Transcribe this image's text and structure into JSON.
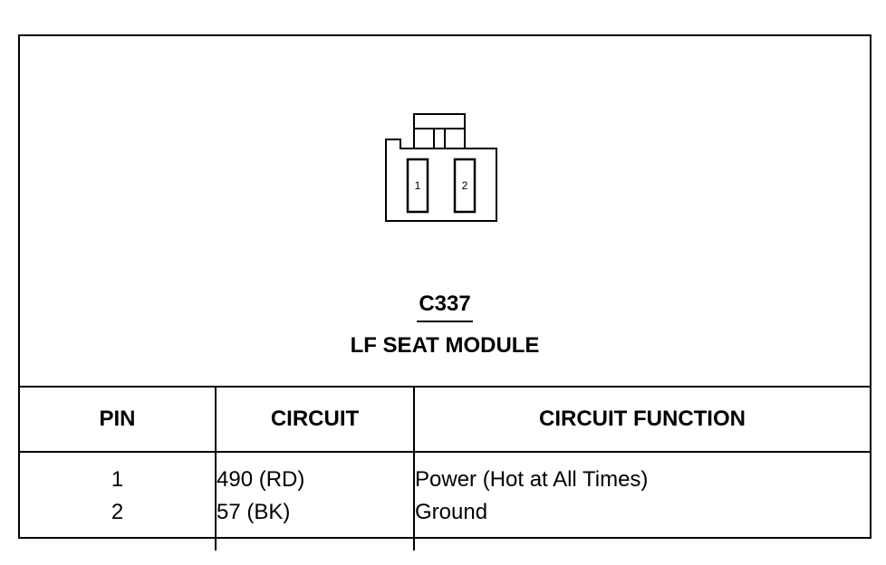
{
  "connector": {
    "id": "C337",
    "name": "LF SEAT MODULE",
    "cavities": [
      "1",
      "2"
    ]
  },
  "table": {
    "headers": {
      "pin": "PIN",
      "circuit": "CIRCUIT",
      "function": "CIRCUIT FUNCTION"
    },
    "rows": [
      {
        "pin": "1",
        "circuit": "490 (RD)",
        "function": "Power (Hot at All Times)"
      },
      {
        "pin": "2",
        "circuit": "57 (BK)",
        "function": "Ground"
      }
    ]
  },
  "colors": {
    "line": "#000000",
    "background": "#ffffff"
  }
}
